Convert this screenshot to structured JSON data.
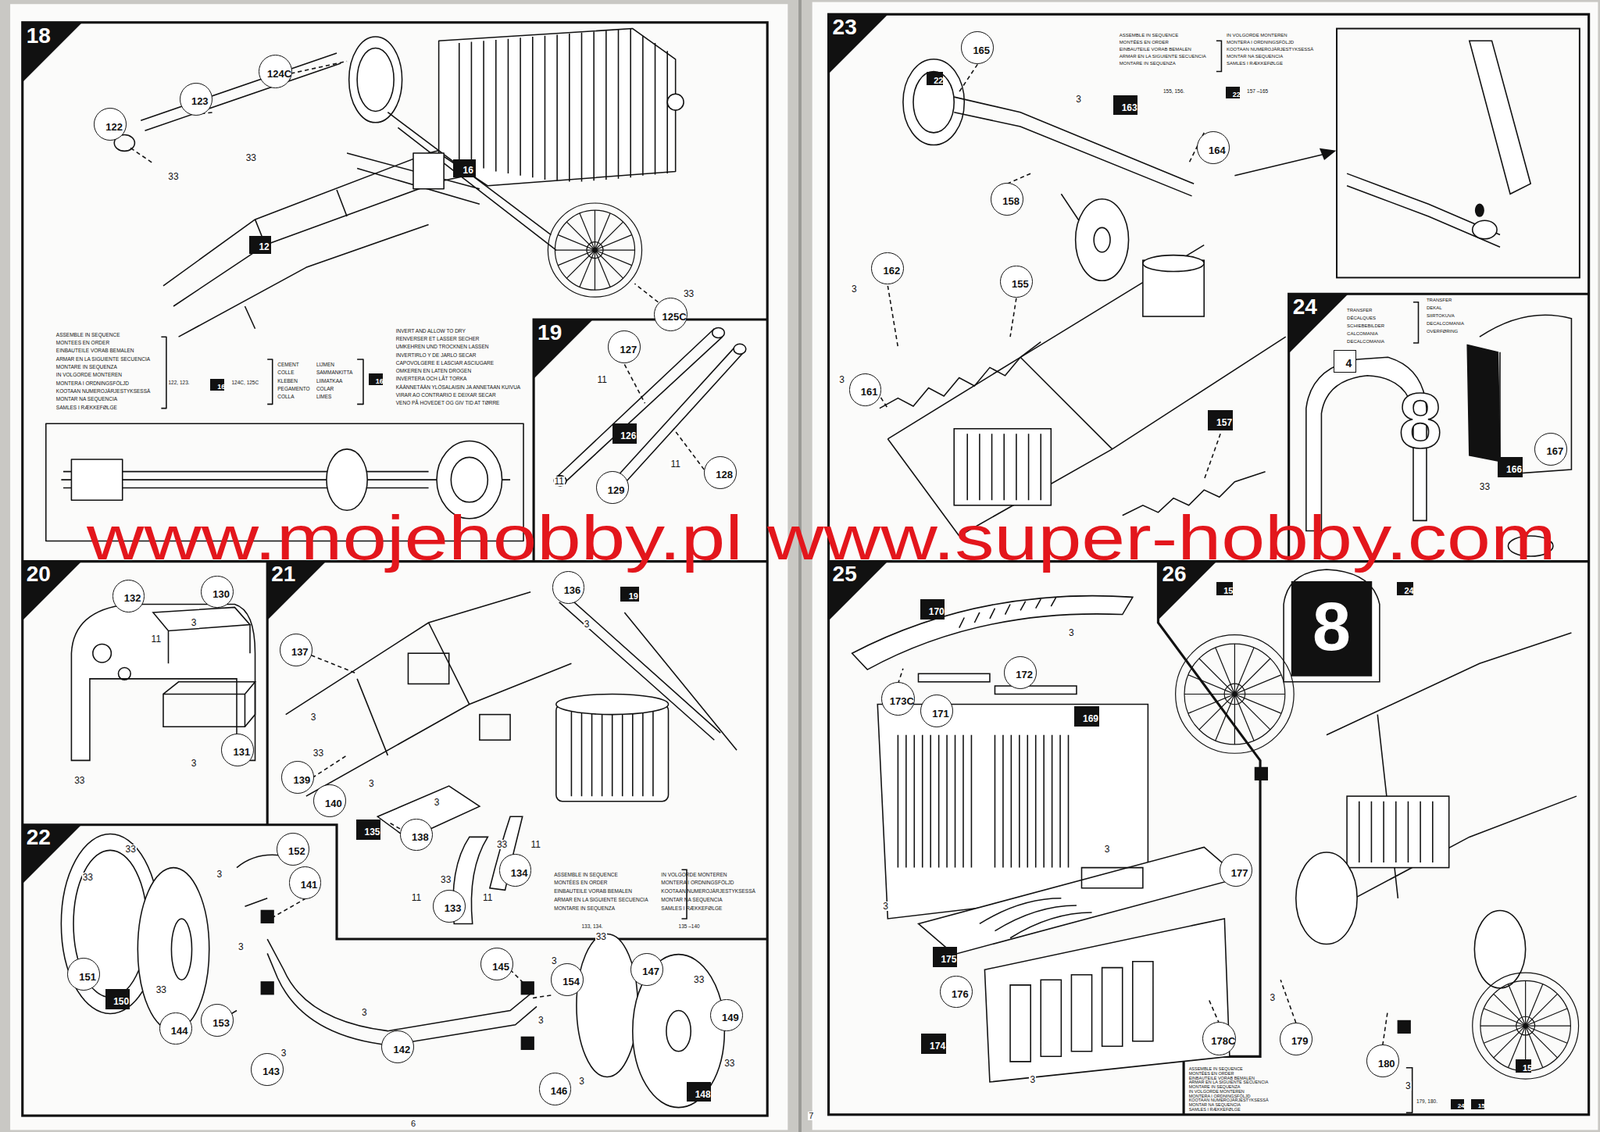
{
  "diagram": {
    "nodes": [
      {
        "text": [
          "18"
        ]
      },
      {
        "text": [
          "124C"
        ],
        "in": 0
      },
      {
        "text": [
          "123"
        ],
        "in": 0
      },
      {
        "text": [
          "122"
        ],
        "in": 0
      },
      {
        "text": [
          "16"
        ],
        "in": 0
      },
      {
        "text": [
          "12"
        ],
        "in": 0
      },
      {
        "text": [
          "125C"
        ],
        "in": 0
      },
      {
        "text": [
          "16"
        ],
        "in": 0
      },
      {
        "text": [
          "16"
        ],
        "in": 0
      },
      {
        "text": [
          "19"
        ]
      },
      {
        "text": [
          "127"
        ],
        "in": 9
      },
      {
        "text": [
          "126"
        ],
        "in": 9
      },
      {
        "text": [
          "128"
        ],
        "in": 9
      },
      {
        "text": [
          "129"
        ],
        "in": 9
      },
      {
        "text": [
          "20"
        ]
      },
      {
        "text": [
          "132"
        ],
        "in": 14
      },
      {
        "text": [
          "130"
        ],
        "in": 14
      },
      {
        "text": [
          "131"
        ],
        "in": 14
      },
      {
        "text": [
          "21"
        ]
      },
      {
        "text": [
          "136"
        ],
        "in": 18
      },
      {
        "text": [
          "19"
        ],
        "in": 18
      },
      {
        "text": [
          "137"
        ],
        "in": 18
      },
      {
        "text": [
          "139"
        ],
        "in": 18
      },
      {
        "text": [
          "140"
        ],
        "in": 18
      },
      {
        "text": [
          "135"
        ],
        "in": 18
      },
      {
        "text": [
          "138"
        ],
        "in": 18
      },
      {
        "text": [
          "133"
        ],
        "in": 18
      },
      {
        "text": [
          "134"
        ],
        "in": 18
      },
      {
        "text": [
          "22"
        ]
      },
      {
        "text": [
          "152"
        ],
        "in": 28
      },
      {
        "text": [
          "141"
        ],
        "in": 28
      },
      {
        "text": [
          "151"
        ],
        "in": 28
      },
      {
        "text": [
          "150"
        ],
        "in": 28
      },
      {
        "text": [
          "144"
        ],
        "in": 28
      },
      {
        "text": [
          "153"
        ],
        "in": 28
      },
      {
        "text": [
          "143"
        ],
        "in": 28
      },
      {
        "text": [
          "142"
        ],
        "in": 28
      },
      {
        "text": [
          "145"
        ],
        "in": 28
      },
      {
        "text": [
          "154"
        ],
        "in": 28
      },
      {
        "text": [
          "147"
        ],
        "in": 28
      },
      {
        "text": [
          "149"
        ],
        "in": 28
      },
      {
        "text": [
          "146"
        ],
        "in": 28
      },
      {
        "text": [
          "148"
        ],
        "in": 28
      },
      {
        "text": [
          "23"
        ]
      },
      {
        "text": [
          "165"
        ],
        "in": 43
      },
      {
        "text": [
          "22"
        ],
        "in": 43
      },
      {
        "text": [
          "163"
        ],
        "in": 43
      },
      {
        "text": [
          "164"
        ],
        "in": 43
      },
      {
        "text": [
          "22"
        ],
        "in": 43
      },
      {
        "text": [
          "158"
        ],
        "in": 43
      },
      {
        "text": [
          "162"
        ],
        "in": 43
      },
      {
        "text": [
          "155"
        ],
        "in": 43
      },
      {
        "text": [
          "161"
        ],
        "in": 43
      },
      {
        "text": [
          "157"
        ],
        "in": 43
      },
      {
        "text": [
          "24"
        ]
      },
      {
        "text": [
          "4"
        ],
        "in": 54
      },
      {
        "text": [
          "166"
        ],
        "in": 54
      },
      {
        "text": [
          "167"
        ],
        "in": 54
      },
      {
        "text": [
          "25"
        ]
      },
      {
        "text": [
          "170"
        ],
        "in": 58
      },
      {
        "text": [
          "173C"
        ],
        "in": 58
      },
      {
        "text": [
          "171"
        ],
        "in": 58
      },
      {
        "text": [
          "172"
        ],
        "in": 58
      },
      {
        "text": [
          "169"
        ],
        "in": 58
      },
      {
        "text": [
          "177"
        ],
        "in": 58
      },
      {
        "text": [
          "175"
        ],
        "in": 58
      },
      {
        "text": [
          "176"
        ],
        "in": 58
      },
      {
        "text": [
          "174"
        ],
        "in": 58
      },
      {
        "text": [
          "178C"
        ],
        "in": 58
      },
      {
        "text": [
          "26"
        ]
      },
      {
        "text": [
          "15"
        ],
        "in": 69
      },
      {
        "text": [
          "24"
        ],
        "in": 69
      },
      {
        "text": [
          "179"
        ],
        "in": 69
      },
      {
        "text": [
          "180"
        ],
        "in": 69
      },
      {
        "text": [
          "15"
        ],
        "in": 69
      },
      {
        "text": [
          "24"
        ],
        "in": 69
      },
      {
        "text": [
          "15"
        ],
        "in": 69
      }
    ],
    "labels": [
      "33",
      "33",
      "33",
      "ASSEMBLE IN SEQUENCE",
      "MONTEES EN ORDER",
      "EINBAUTEILE VORAB BEMALEN",
      "ARMAR EN LA SIGUIENTE SECUENCIA",
      "MONTARE IN SEQUENZA",
      "IN VOLGORDE MONTEREN",
      "MONTERA I ORDNINGSFÖLJD",
      "KOOTAAN NUMEROJÄRJESTYKSESSÄ",
      "MONTAR NA SEQUENCIA",
      "SAMLES I RÆKKEFØLGE",
      "122, 123.",
      "124C, 125C",
      "CEMENT",
      "COLLE",
      "KLEBEN",
      "PEGAMENTO",
      "COLLA",
      "LIJMEN",
      "SAMMANKITTA",
      "LIIMATKAA",
      "COLAR",
      "LIMES",
      "INVERT AND ALLOW TO DRY",
      "RENVERSER ET LASSER SECHER",
      "UMKEHREN UND TROCKNEN LASSEN",
      "INVERTIRLO Y DE JARLO SECAR",
      "CAPOVOLGERE E LASCIAR ASCIUGARE",
      "OMKEREN EN LATEN DROGEN",
      "INVERTERA OCH LÅT TORKA",
      "KÄÄNNETÄÄN YLÖSALAISIN JA ANNETAAN KUIVUA",
      "VIRAR AO CONTRARIO E DEIXAR SECAR",
      "VENO PÅ HOVEDET OG GIV TID AT TØRRE",
      "11",
      "11",
      "11",
      "3",
      "11",
      "3",
      "33",
      "3",
      "3",
      "33",
      "3",
      "3",
      "33",
      "11",
      "33",
      "11",
      "11",
      "ASSEMBLE IN SEQUENCE",
      "MONTÉES EN ORDER",
      "EINBAUTEILE VORAB BEMALEN",
      "ARMAR EN LA SIGUIENTE SECUENCIA",
      "MONTARE IN SEQUENZA",
      "IN VOLGORDE MONTEREN",
      "MONTERA I ORDNINGSFÖLJD",
      "KOOTAAN NUMEROJÄRJESTYKSESSÄ",
      "MONTAR NA SEQUENCIA",
      "SAMLES I RÆKKEFØLGE",
      "133, 134.",
      "135 –140",
      "33",
      "33",
      "3",
      "33",
      "3",
      "3",
      "3",
      "3",
      "3",
      "3",
      "33",
      "33",
      "33",
      "www.mojehobby.pl",
      "www.super-hobby.com",
      "6",
      "7",
      "3",
      "3",
      "3",
      "ASSEMBLE IN SEQUENCE",
      "MONTÉES EN ORDER",
      "EINBAUTEILE VORAB BEMALEN",
      "ARMAR EN LA SIGUIENTE SECUENCIA",
      "MONTARE IN SEQUENZA",
      "IN VOLGORDE MONTEREN",
      "MONTERA I ORDNINGSFÖLJD",
      "KOOTAAN NUMEROJÄRJESTYKSESSÄ",
      "MONTAR NA SEQUENCIA",
      "SAMLES I RÆKKEFØLGE",
      "155, 156.",
      "157 –165",
      "33",
      "8",
      "TRANSFER",
      "DÉCALQUES",
      "SCHIEBEBILDER",
      "CALCOMANIA",
      "DECALCOMANIA",
      "TRANSFER",
      "DEKAL",
      "SIIRTOKUVA",
      "DECALCOMANIA",
      "OVERFØRING",
      "3",
      "3",
      "3",
      "3",
      "8",
      "3",
      "3",
      "ASSEMBLE IN SEQUENCE",
      "MONTÉES EN ORDER",
      "EINBAUTEILE VORAB BEMALEN",
      "ARMAR EN LA SIGUIENTE SECUENCIA",
      "MONTARE IN SEQUENZA",
      "IN VOLGORDE MONTEREN",
      "MONTERA I ORDNINGSFÖLJD",
      "KOOTAAN NUMEROJÄRJESTYKSESSÄ",
      "MONTAR NA SEQUENCIA",
      "SAMLES I RÆKKEFØLGE",
      "179, 180."
    ]
  }
}
